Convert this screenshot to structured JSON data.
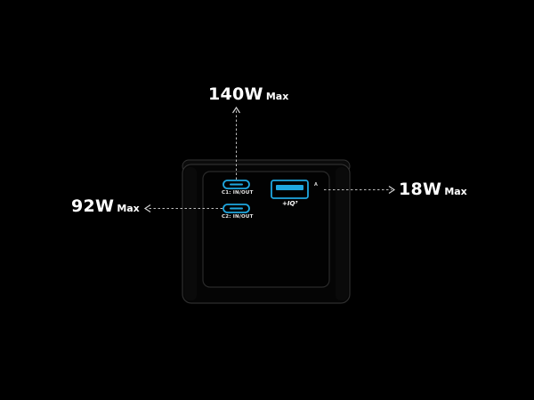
{
  "callouts": {
    "top": {
      "value": "140W",
      "unit": "Max"
    },
    "left": {
      "value": "92W",
      "unit": "Max"
    },
    "right": {
      "value": "18W",
      "unit": "Max"
    }
  },
  "ports": {
    "c1": {
      "label": "C1: IN/OUT"
    },
    "c2": {
      "label": "C2: IN/OUT"
    },
    "usb_a": {
      "mark": "A",
      "tech_label": "+IQ³"
    }
  },
  "colors": {
    "background": "#000000",
    "highlight": "#1fa7e0",
    "device_outline": "#3a3a3a",
    "leader_line": "#bdbdbd"
  },
  "icons": {
    "arrow": "arrow-icon"
  }
}
